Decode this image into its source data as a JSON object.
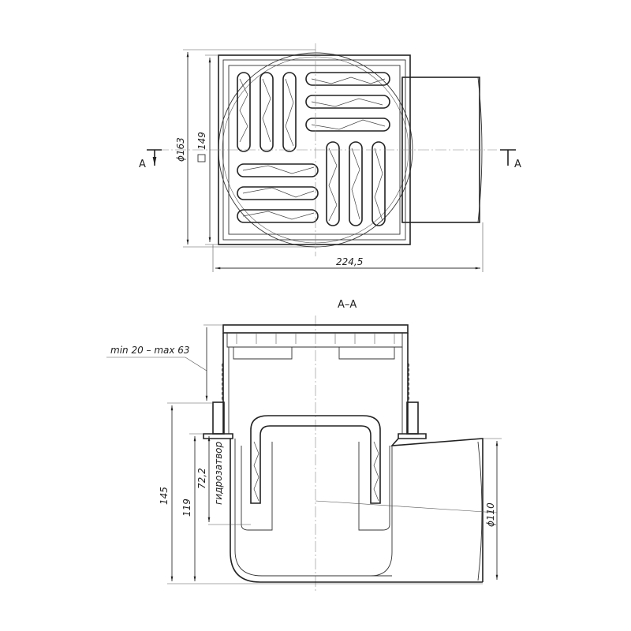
{
  "title": "A–A",
  "top_view": {
    "section_mark_left": "A",
    "section_mark_right": "A",
    "diameter_label": "ϕ163",
    "square_label": "□",
    "square_value": "149",
    "width_label": "224,5"
  },
  "section_view": {
    "height_adjust_label": "min 20 – max 63",
    "height_total": "145",
    "height_outlet": "119",
    "seal_height": "72,2",
    "seal_label": "гидрозатвор",
    "outlet_diameter": "ϕ110"
  }
}
